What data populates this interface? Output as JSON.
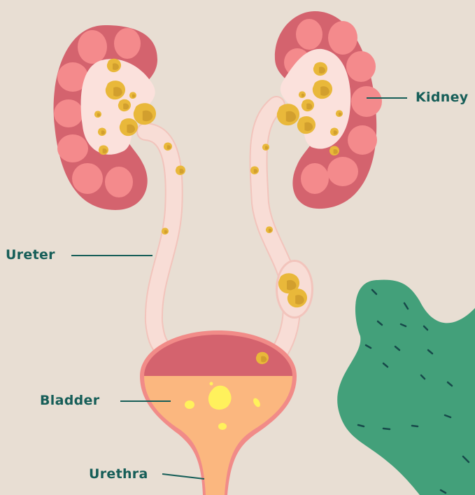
{
  "labels": {
    "kidney": "Kidney",
    "ureter": "Ureter",
    "bladder": "Bladder",
    "urethra": "Urethra"
  },
  "colors": {
    "background": "#e8ded3",
    "label_text": "#165e58",
    "kidney_outer": "#d4636e",
    "kidney_lobe": "#f48a8c",
    "kidney_pelvis": "#fbe1dc",
    "tube": "#f8ddd6",
    "tube_outline": "#f2c4bc",
    "stone": "#e9b83a",
    "stone_shadow": "#c08b24",
    "bladder_top": "#d4636e",
    "bladder_urine": "#fbb77f",
    "bladder_outline": "#f18b88",
    "crystal": "#fff15c",
    "plant": "#43a07a",
    "plant_dash": "#17494a"
  },
  "icons": [
    "kidney-left-icon",
    "kidney-right-icon",
    "bladder-icon",
    "leaf-icon",
    "kidney-stone-icon"
  ]
}
